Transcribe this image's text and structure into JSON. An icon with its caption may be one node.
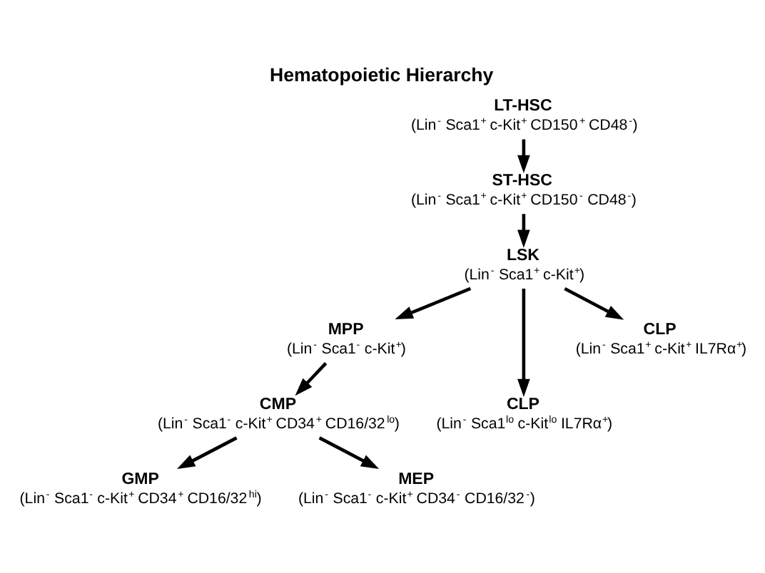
{
  "diagram": {
    "title": "Hematopoietic Hierarchy",
    "nodes": [
      {
        "text": [
          "LT-HSC",
          "(Lin$^{-}$ Sca1$^{+}$ c-Kit$^{+}$ CD150$^{+}$ CD48$^{-}$)"
        ]
      },
      {
        "text": [
          "ST-HSC",
          "(Lin$^{-}$ Sca1$^{+}$ c-Kit$^{+}$ CD150$^{-}$ CD48$^{-}$)"
        ]
      },
      {
        "text": [
          "LSK",
          "(Lin$^{-}$ Sca1$^{+}$ c-Kit$^{+}$)"
        ]
      },
      {
        "text": [
          "MPP",
          "(Lin$^{-}$ Sca1$^{-}$ c-Kit$^{+}$)"
        ]
      },
      {
        "text": [
          "CLP",
          "(Lin$^{-}$ Sca1$^{+}$ c-Kit$^{+}$ IL7Rα$^{+}$)"
        ]
      },
      {
        "text": [
          "CLP",
          "(Lin$^{-}$ Sca1$^{lo}$ c-Kit$^{lo}$ IL7Rα$^{+}$)"
        ]
      },
      {
        "text": [
          "CMP",
          "(Lin$^{-}$ Sca1$^{-}$ c-Kit$^{+}$ CD34$^{+}$ CD16/32$^{lo}$)"
        ]
      },
      {
        "text": [
          "GMP",
          "(Lin$^{-}$ Sca1$^{-}$ c-Kit$^{+}$ CD34$^{+}$ CD16/32$^{hi}$)"
        ]
      },
      {
        "text": [
          "MEP",
          "(Lin$^{-}$ Sca1$^{-}$ c-Kit$^{+}$ CD34$^{-}$ CD16/32$^{-}$)"
        ]
      }
    ],
    "edges": [
      {
        "from": 0,
        "to": 1,
        "arrow": "to"
      },
      {
        "from": 1,
        "to": 2,
        "arrow": "to"
      },
      {
        "from": 2,
        "to": 3,
        "arrow": "to"
      },
      {
        "from": 2,
        "to": 4,
        "arrow": "to"
      },
      {
        "from": 2,
        "to": 5,
        "arrow": "to"
      },
      {
        "from": 3,
        "to": 6,
        "arrow": "to"
      },
      {
        "from": 6,
        "to": 7,
        "arrow": "to"
      },
      {
        "from": 6,
        "to": 8,
        "arrow": "to"
      }
    ]
  }
}
